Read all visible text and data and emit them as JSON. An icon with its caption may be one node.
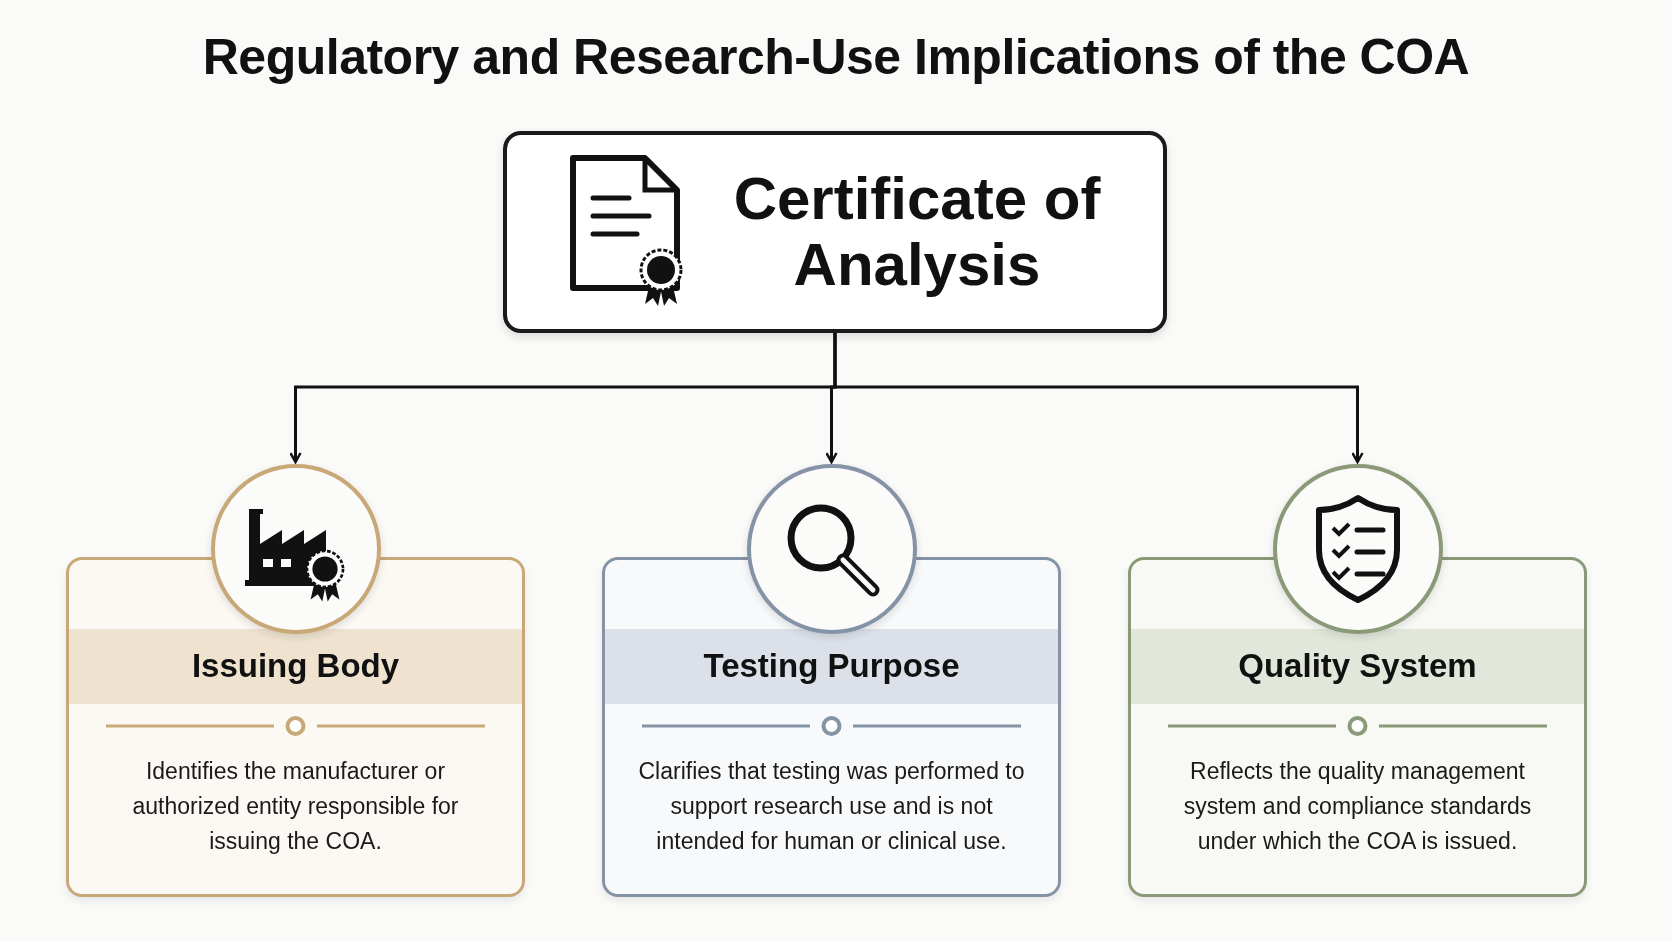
{
  "diagram": {
    "title": "Regulatory and Research-Use Implications of the COA",
    "nodes": [
      {
        "text": [
          "Certificate of Analysis"
        ]
      },
      {
        "text": [
          "Issuing Body",
          "Identifies the manufacturer or authorized entity responsible for issuing the COA."
        ]
      },
      {
        "text": [
          "Testing Purpose",
          "Clarifies that testing was performed to support research use and is not intended for human or clinical use."
        ]
      },
      {
        "text": [
          "Quality System",
          "Reflects the quality management system and compliance standards under which the COA is issued."
        ]
      }
    ],
    "edges": [
      {
        "from": 0,
        "to": 1,
        "arrow": "to"
      },
      {
        "from": 0,
        "to": 2,
        "arrow": "to"
      },
      {
        "from": 0,
        "to": 3,
        "arrow": "to"
      }
    ]
  }
}
